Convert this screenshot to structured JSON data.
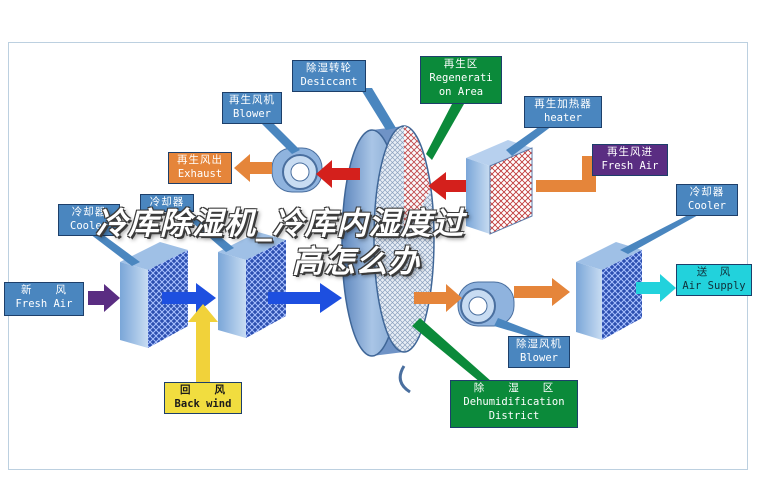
{
  "headline": {
    "line1": "冷库除湿机_冷库内湿度过",
    "line2": "高怎么办"
  },
  "labels": {
    "desiccant": {
      "zh": "除湿转轮",
      "en": "Desiccant"
    },
    "regeneration_area": {
      "zh": "再生区",
      "en": "Regenerati",
      "en2": "on Area"
    },
    "regen_blower": {
      "zh": "再生风机",
      "en": "Blower"
    },
    "regen_heater": {
      "zh": "再生加热器",
      "en": "heater"
    },
    "regen_exhaust": {
      "zh": "再生风出",
      "en": "Exhaust"
    },
    "regen_fresh_air": {
      "zh": "再生风进",
      "en": "Fresh Air"
    },
    "cooler_left": {
      "zh": "冷却器",
      "en": "Cooler"
    },
    "cooler_mid": {
      "zh": "冷却器"
    },
    "cooler_right": {
      "zh": "冷却器",
      "en": "Cooler"
    },
    "fresh_air_in": {
      "zh": "新　　风",
      "en": "Fresh Air"
    },
    "back_wind": {
      "zh": "回　　风",
      "en": "Back wind"
    },
    "dehumid_blower": {
      "zh": "除湿风机",
      "en": "Blower"
    },
    "dehumid_district": {
      "zh": "除　　湿　　区",
      "en": "Dehumidification",
      "en2": "District"
    },
    "air_supply": {
      "zh": "送　风",
      "en": "Air Supply"
    }
  },
  "colors": {
    "callout_blue": "#4a86bf",
    "callout_orange": "#e5853a",
    "callout_purple": "#5a2d82",
    "callout_yellow": "#f1dd3f",
    "callout_cyan": "#22d2dc",
    "callout_green": "#0b8a3a",
    "wheel_blue": "#7fa3cf",
    "arrow_blue": "#1d4fe0",
    "arrow_orange": "#e5853a",
    "arrow_purple": "#5a2d82",
    "arrow_yellow": "#f1d23a",
    "arrow_red": "#d4201c",
    "arrow_cyan": "#22d2dc"
  }
}
